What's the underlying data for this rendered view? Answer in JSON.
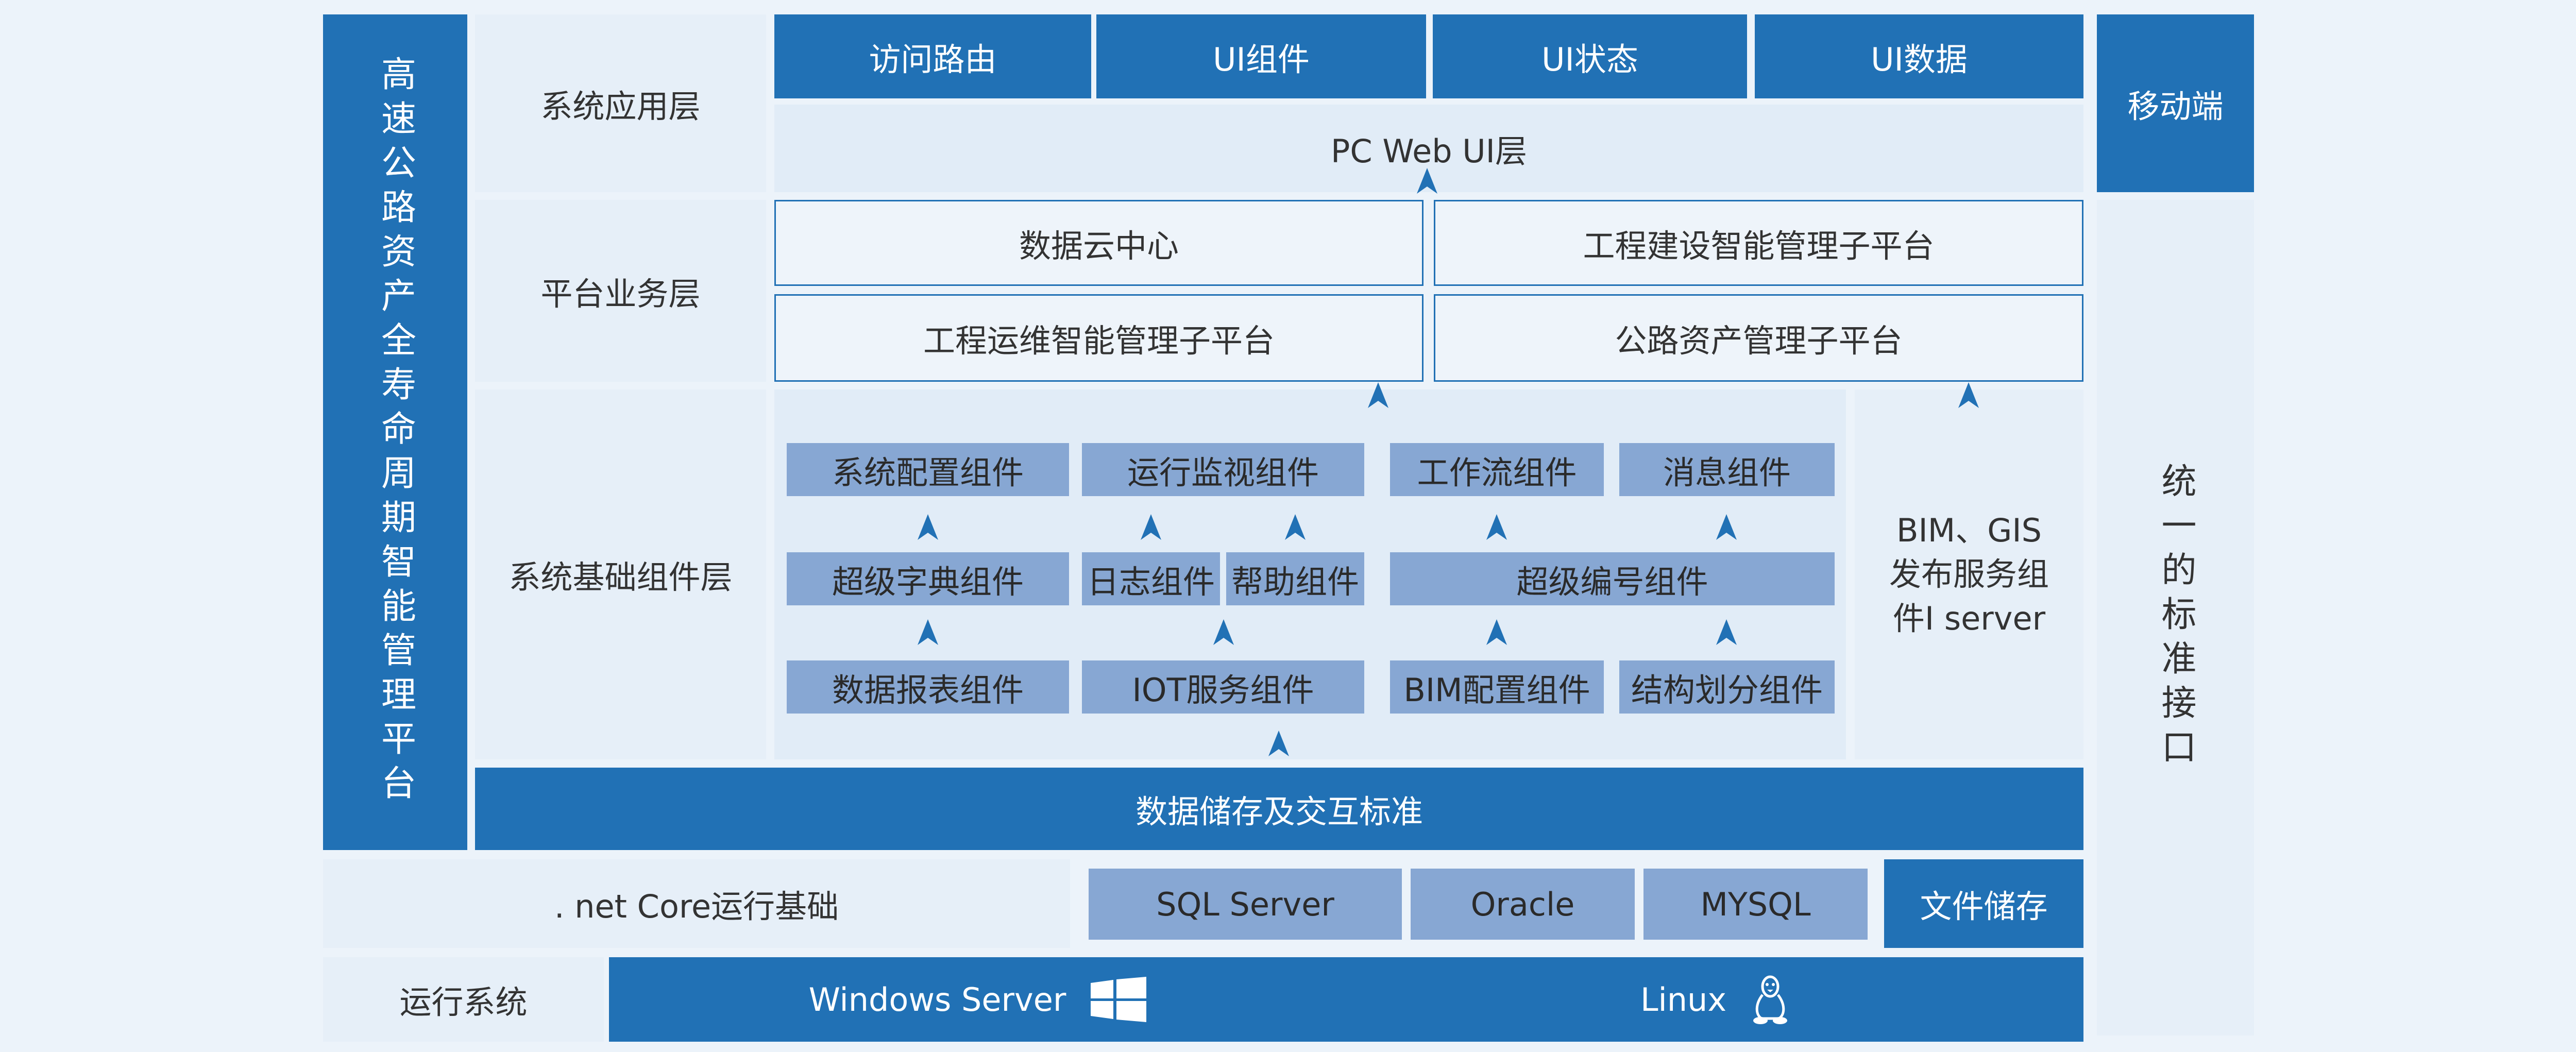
{
  "platform_title": "高速公路资产全寿命周期智能管理平台",
  "mobile": "移动端",
  "unified_interface": "统一的标准接口",
  "layers": {
    "application": "系统应用层",
    "business": "平台业务层",
    "components": "系统基础组件层"
  },
  "app_layer": {
    "items": [
      "访问路由",
      "UI组件",
      "UI状态",
      "UI数据"
    ],
    "pc_web_ui": "PC Web UI层"
  },
  "business_layer": {
    "items": [
      "数据云中心",
      "工程建设智能管理子平台",
      "工程运维智能管理子平台",
      "公路资产管理子平台"
    ]
  },
  "component_layer": {
    "system_config": "系统配置组件",
    "run_monitor": "运行监视组件",
    "workflow": "工作流组件",
    "message": "消息组件",
    "super_dict": "超级字典组件",
    "log": "日志组件",
    "help": "帮助组件",
    "super_numbering": "超级编号组件",
    "data_report": "数据报表组件",
    "iot_service": "IOT服务组件",
    "bim_config": "BIM配置组件",
    "structure_division": "结构划分组件",
    "bim_gis": "BIM、GIS\n发布服务组\n件I server"
  },
  "data_standard": "数据储存及交互标准",
  "runtime": {
    "net_core": ". net Core运行基础",
    "databases": [
      "SQL Server",
      "Oracle",
      "MYSQL"
    ],
    "file_storage": "文件储存"
  },
  "os": {
    "label": "运行系统",
    "windows": "Windows Server",
    "linux": "Linux"
  },
  "icons": {
    "windows": "windows-logo-icon",
    "linux": "linux-tux-icon",
    "arrow": "arrow-up-icon"
  },
  "colors": {
    "dark_blue": "#2171b5",
    "mid_blue": "#87a7d3",
    "pale_blue": "#e1ecf7",
    "background": "#ecf3fa"
  }
}
